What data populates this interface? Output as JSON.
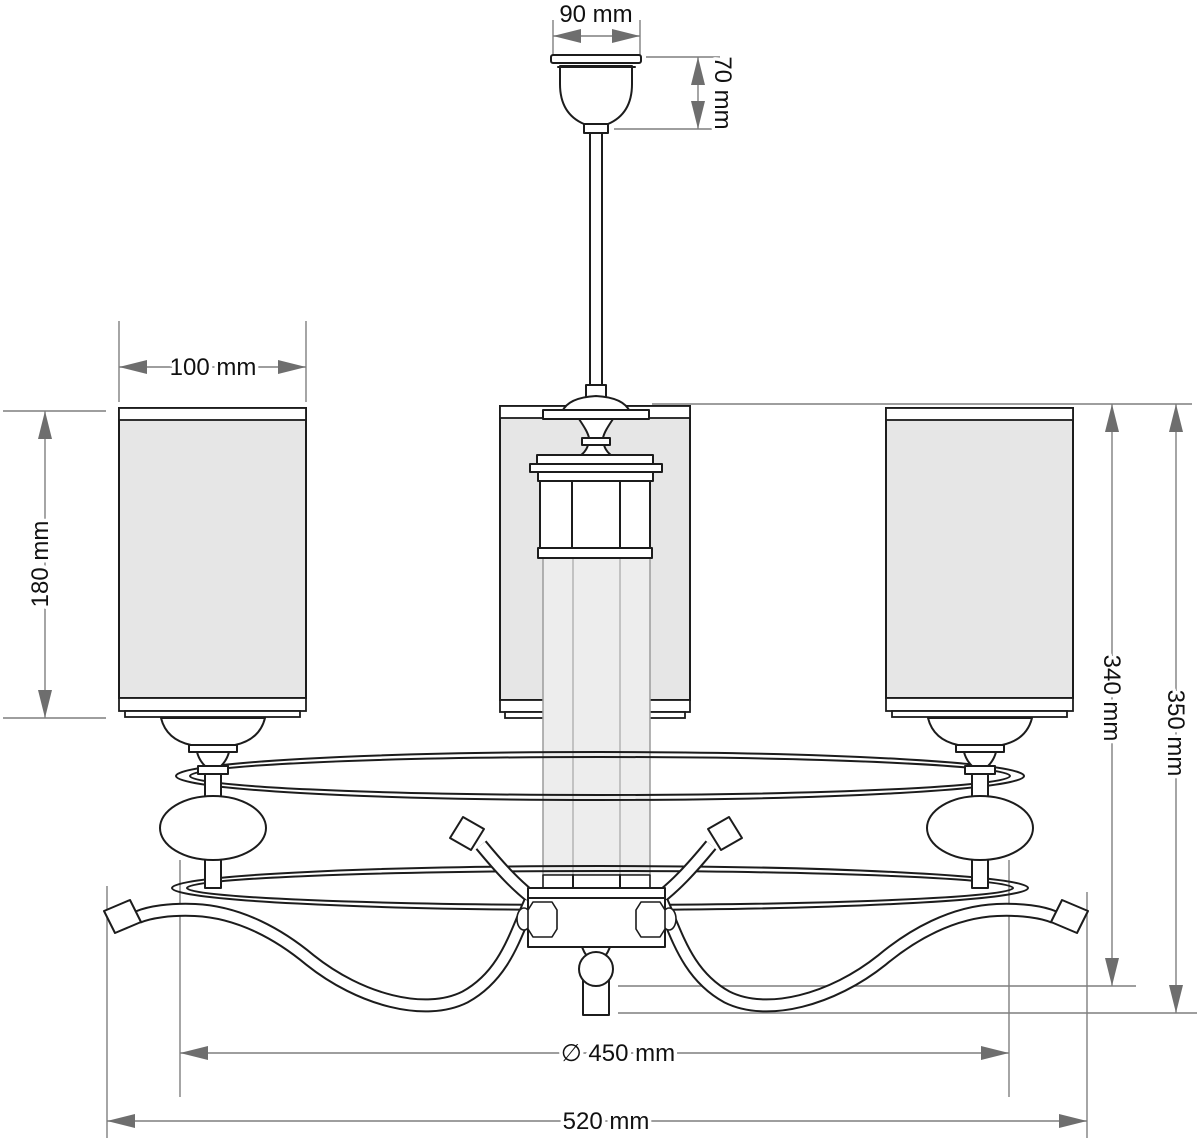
{
  "drawing": {
    "kind": "chandelier-dimension-drawing",
    "colors": {
      "outline": "#1c1c1c",
      "shade_fill": "#e6e6e6",
      "column_fill": "#ededed",
      "dimension_line": "#7f7f7f",
      "arrowhead": "#6e6e6e",
      "label_text": "#111111"
    }
  },
  "dimensions": {
    "canopy_width": "90 mm",
    "canopy_height": "70 mm",
    "shade_width": "100 mm",
    "shade_height": "180 mm",
    "body_height": "340 mm",
    "total_height": "350 mm",
    "ring_diameter": "∅ 450 mm",
    "total_width": "520 mm"
  }
}
